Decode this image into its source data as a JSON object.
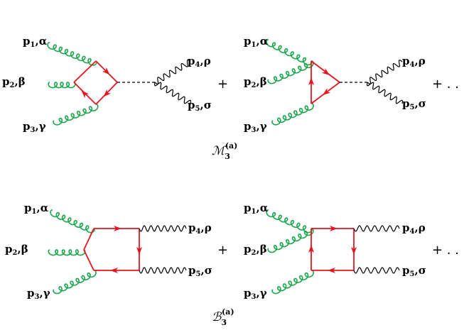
{
  "colors": {
    "gluon": "#1aa64a",
    "fermion": "#e8141e",
    "photon": "#000000",
    "scalar": "#000000"
  },
  "labels": {
    "p1": "p",
    "p1_sub": "1",
    "p1_idx": ",α",
    "p2": "p",
    "p2_sub": "2",
    "p2_idx": ",β",
    "p3": "p",
    "p3_sub": "3",
    "p3_idx": ",γ",
    "p4": "p",
    "p4_sub": "4",
    "p4_idx": ",ρ",
    "p5": "p",
    "p5_sub": "5",
    "p5_idx": ",σ"
  },
  "operators": {
    "plus": "+",
    "ellipsis": "+ . ."
  },
  "captions": {
    "m_main": "ℳ",
    "m_sub": "3",
    "m_sup": "(a)",
    "b_main": "ℬ",
    "b_sub": "3",
    "b_sup": "(a)"
  }
}
